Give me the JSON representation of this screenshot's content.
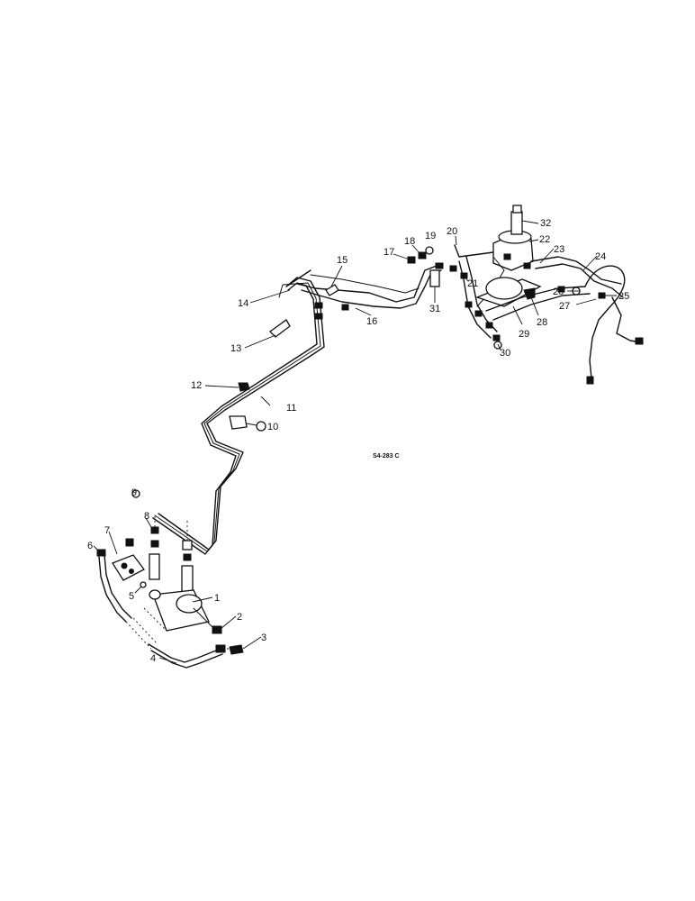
{
  "diagram": {
    "reference_code": "S4-283 C",
    "callouts": [
      {
        "id": "c1",
        "text": "1"
      },
      {
        "id": "c2",
        "text": "2"
      },
      {
        "id": "c3",
        "text": "3"
      },
      {
        "id": "c4",
        "text": "4"
      },
      {
        "id": "c5",
        "text": "5"
      },
      {
        "id": "c6",
        "text": "6"
      },
      {
        "id": "c7",
        "text": "7"
      },
      {
        "id": "c8",
        "text": "8"
      },
      {
        "id": "c9",
        "text": "9"
      },
      {
        "id": "c10",
        "text": "10"
      },
      {
        "id": "c11",
        "text": "11"
      },
      {
        "id": "c12",
        "text": "12"
      },
      {
        "id": "c13",
        "text": "13"
      },
      {
        "id": "c14",
        "text": "14"
      },
      {
        "id": "c15",
        "text": "15"
      },
      {
        "id": "c16",
        "text": "16"
      },
      {
        "id": "c17",
        "text": "17"
      },
      {
        "id": "c18",
        "text": "18"
      },
      {
        "id": "c19",
        "text": "19"
      },
      {
        "id": "c20",
        "text": "20"
      },
      {
        "id": "c21",
        "text": "21"
      },
      {
        "id": "c22",
        "text": "22"
      },
      {
        "id": "c23",
        "text": "23"
      },
      {
        "id": "c24",
        "text": "24"
      },
      {
        "id": "c25",
        "text": "25"
      },
      {
        "id": "c26",
        "text": "26"
      },
      {
        "id": "c27",
        "text": "27"
      },
      {
        "id": "c28",
        "text": "28"
      },
      {
        "id": "c29",
        "text": "29"
      },
      {
        "id": "c30",
        "text": "30"
      },
      {
        "id": "c31",
        "text": "31"
      },
      {
        "id": "c32",
        "text": "32"
      }
    ]
  }
}
